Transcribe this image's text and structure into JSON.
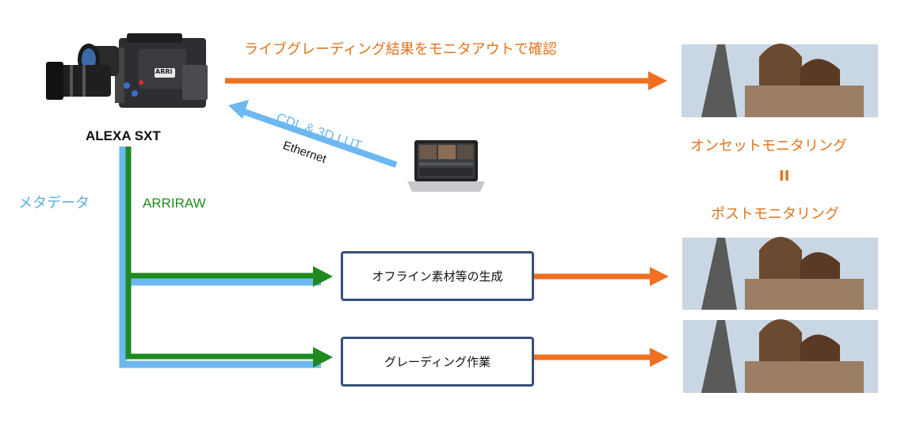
{
  "camera": {
    "model_label": "ALEXA SXT",
    "brand_text": "ARRI"
  },
  "top_flow": {
    "label": "ライブグレーディング結果をモニタアウトで確認"
  },
  "laptop_flow": {
    "label": "CDL & 3D LUT",
    "connection": "Ethernet"
  },
  "left_labels": {
    "metadata": "メタデータ",
    "arriraw": "ARRIRAW"
  },
  "boxes": {
    "offline": "オフライン素材等の生成",
    "grading": "グレーディング作業"
  },
  "right_labels": {
    "onset": "オンセットモニタリング",
    "equals": "II",
    "post": "ポストモニタリング"
  },
  "colors": {
    "orange": "#f07020",
    "blue": "#6cb8f0",
    "green": "#1f8a1f",
    "box_border": "#35507a",
    "orange_text": "#e0741c"
  }
}
